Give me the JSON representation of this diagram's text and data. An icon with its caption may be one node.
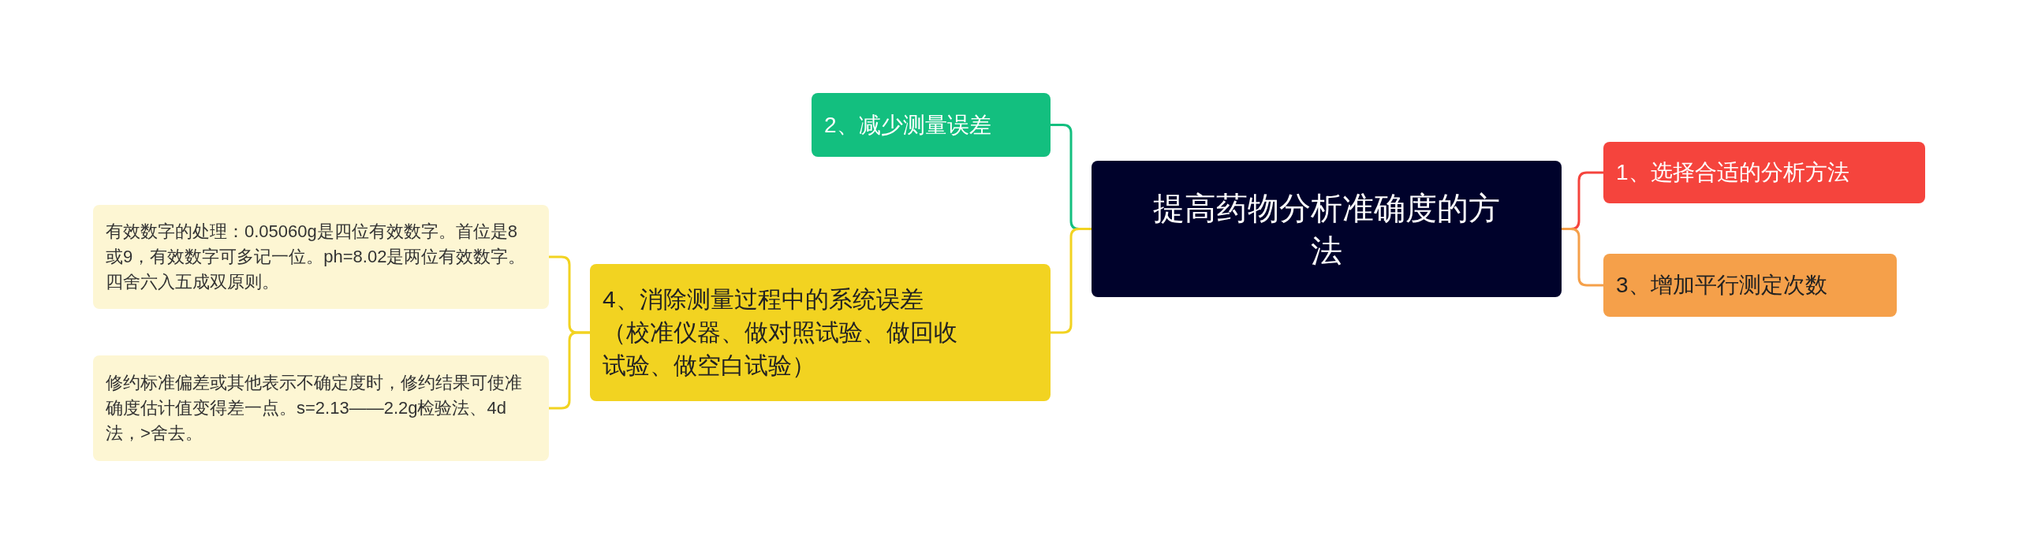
{
  "diagram": {
    "nodes": [
      {
        "text": [
          "提高药物分析准确度的方法"
        ]
      },
      {
        "text": [
          "1、选择合适的分析方法"
        ]
      },
      {
        "text": [
          "3、增加平行测定次数"
        ]
      },
      {
        "text": [
          "2、减少测量误差"
        ]
      },
      {
        "text": [
          "4、消除测量过程中的系统误差（校准仪器、做对照试验、做回收试验、做空白试验）"
        ]
      },
      {
        "text": [
          "有效数字的处理：0.05060g是四位有效数字。首位是8或9，有效数字可多记一位。ph=8.02是两位有效数字。四舍六入五成双原则。"
        ]
      },
      {
        "text": [
          "修约标准偏差或其他表示不确定度时，修约结果可使准确度估计值变得差一点。s=2.13——2.2g检验法、4d法，>舍去。"
        ]
      }
    ],
    "edges": [
      {
        "from": 0,
        "to": 1,
        "arrow": "none",
        "color": "#f5443d"
      },
      {
        "from": 0,
        "to": 2,
        "arrow": "none",
        "color": "#f5a04a"
      },
      {
        "from": 0,
        "to": 3,
        "arrow": "none",
        "color": "#13bf7f"
      },
      {
        "from": 0,
        "to": 4,
        "arrow": "none",
        "color": "#f2d321"
      },
      {
        "from": 4,
        "to": 5,
        "arrow": "none",
        "color": "#f2d321"
      },
      {
        "from": 4,
        "to": 6,
        "arrow": "none",
        "color": "#f2d321"
      }
    ]
  }
}
